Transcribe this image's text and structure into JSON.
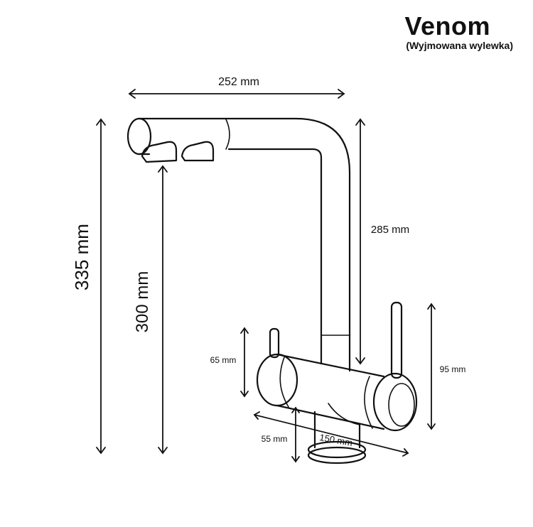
{
  "title": "Venom",
  "subtitle": "(Wyjmowana wylewka)",
  "dimensions": {
    "width_252": "252 mm",
    "height_335": "335 mm",
    "height_300": "300 mm",
    "height_285": "285 mm",
    "handle_65": "65 mm",
    "handle_95": "95 mm",
    "base_55": "55 mm",
    "body_150": "150 mm"
  }
}
